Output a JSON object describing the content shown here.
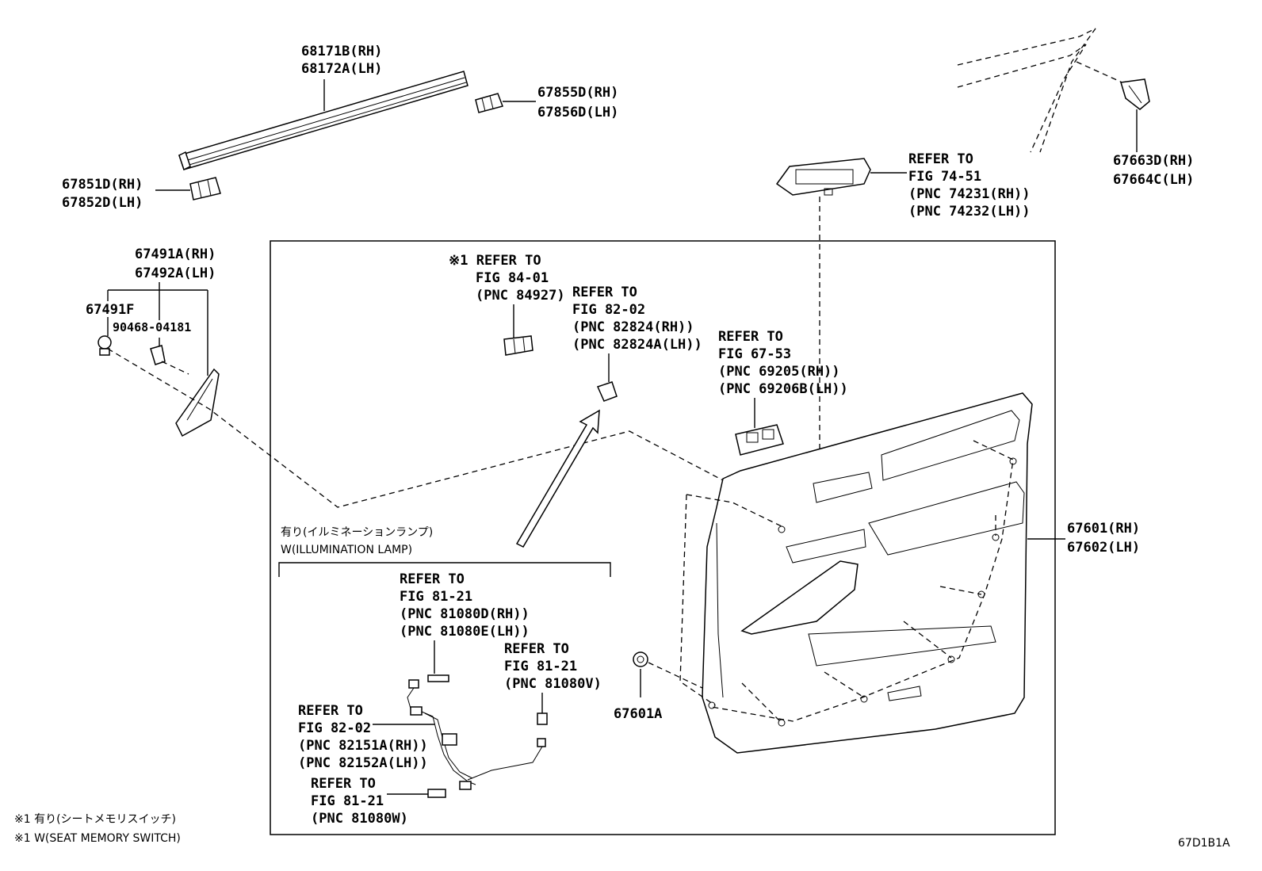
{
  "diagram_id": "67D1B1A",
  "parts": {
    "p68171": [
      "68171B(RH)",
      "68172A(LH)"
    ],
    "p67855": [
      "67855D(RH)",
      "67856D(LH)"
    ],
    "p67851": [
      "67851D(RH)",
      "67852D(LH)"
    ],
    "p67663": [
      "67663D(RH)",
      "67664C(LH)"
    ],
    "p67491": [
      "67491A(RH)",
      "67492A(LH)"
    ],
    "p67491F": "67491F",
    "p90468": "90468-04181",
    "p67601": [
      "67601(RH)",
      "67602(LH)"
    ],
    "p67601A": "67601A"
  },
  "refs": {
    "r7451": [
      "REFER TO",
      "FIG 74-51",
      "(PNC 74231(RH))",
      "(PNC 74232(LH))"
    ],
    "r8401": [
      "※1 REFER TO",
      "FIG 84-01",
      "(PNC 84927)"
    ],
    "r8202a": [
      "REFER TO",
      "FIG 82-02",
      "(PNC 82824(RH))",
      "(PNC 82824A(LH))"
    ],
    "r6753": [
      "REFER TO",
      "FIG 67-53",
      "(PNC 69205(RH))",
      "(PNC 69206B(LH))"
    ],
    "r8121a": [
      "REFER TO",
      "FIG 81-21",
      "(PNC 81080D(RH))",
      "(PNC 81080E(LH))"
    ],
    "r8121b": [
      "REFER TO",
      "FIG 81-21",
      "(PNC 81080V)"
    ],
    "r8202b": [
      "REFER TO",
      "FIG 82-02",
      "(PNC 82151A(RH))",
      "(PNC 82152A(LH))"
    ],
    "r8121c": [
      "REFER TO",
      "FIG 81-21",
      "(PNC 81080W)"
    ]
  },
  "illumination": [
    "有り(イルミネーションランプ)",
    "W(ILLUMINATION LAMP)"
  ],
  "footnotes": [
    "※1 有り(シートメモリスイッチ)",
    "※1 W(SEAT MEMORY SWITCH)"
  ]
}
